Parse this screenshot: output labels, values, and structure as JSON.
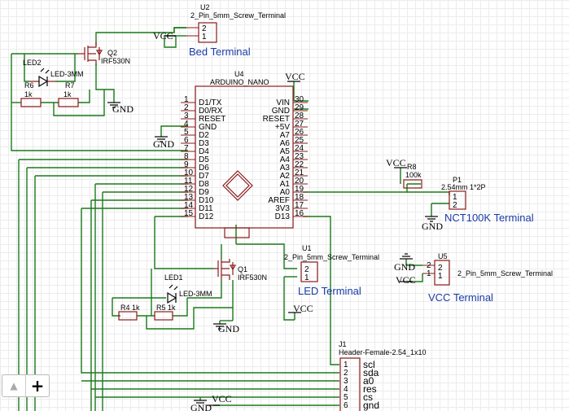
{
  "u2": {
    "ref": "U2",
    "value": "2_Pin_5mm_Screw_Terminal",
    "label": "Bed Terminal",
    "pin1": "1",
    "pin2": "2"
  },
  "q2": {
    "ref": "Q2",
    "value": "IRF530N"
  },
  "led2": {
    "ref": "LED2",
    "value": "LED-3MM"
  },
  "r6": {
    "ref": "R6",
    "value": "1k"
  },
  "r7": {
    "ref": "R7",
    "value": "1k"
  },
  "u4": {
    "ref": "U4",
    "value": "ARDUINO_NANO",
    "left_pins": [
      {
        "name": "D1/TX",
        "num": "1"
      },
      {
        "name": "D0/RX",
        "num": "2"
      },
      {
        "name": "RESET",
        "num": "3"
      },
      {
        "name": "GND",
        "num": "4"
      },
      {
        "name": "D2",
        "num": "5"
      },
      {
        "name": "D3",
        "num": "6"
      },
      {
        "name": "D4",
        "num": "7"
      },
      {
        "name": "D5",
        "num": "8"
      },
      {
        "name": "D6",
        "num": "9"
      },
      {
        "name": "D7",
        "num": "10"
      },
      {
        "name": "D8",
        "num": "11"
      },
      {
        "name": "D9",
        "num": "12"
      },
      {
        "name": "D10",
        "num": "13"
      },
      {
        "name": "D11",
        "num": "14"
      },
      {
        "name": "D12",
        "num": "15"
      }
    ],
    "right_pins": [
      {
        "name": "VIN",
        "num": "30"
      },
      {
        "name": "GND",
        "num": "29"
      },
      {
        "name": "RESET",
        "num": "28"
      },
      {
        "name": "+5V",
        "num": "27"
      },
      {
        "name": "A7",
        "num": "26"
      },
      {
        "name": "A6",
        "num": "25"
      },
      {
        "name": "A5",
        "num": "24"
      },
      {
        "name": "A4",
        "num": "23"
      },
      {
        "name": "A3",
        "num": "22"
      },
      {
        "name": "A2",
        "num": "21"
      },
      {
        "name": "A1",
        "num": "20"
      },
      {
        "name": "A0",
        "num": "19"
      },
      {
        "name": "AREF",
        "num": "18"
      },
      {
        "name": "3V3",
        "num": "17"
      },
      {
        "name": "D13",
        "num": "16"
      }
    ]
  },
  "r8": {
    "ref": "R8",
    "value": "100k"
  },
  "p1": {
    "ref": "P1",
    "value": "2.54mm 1*2P",
    "label": "NCT100K Terminal",
    "pin1": "1",
    "pin2": "2"
  },
  "u1": {
    "ref": "U1",
    "value": "2_Pin_5mm_Screw_Terminal",
    "label": "LED Terminal",
    "pin1": "1",
    "pin2": "2"
  },
  "q1": {
    "ref": "Q1",
    "value": "IRF530N"
  },
  "led1": {
    "ref": "LED1",
    "value": "LED-3MM"
  },
  "r4": {
    "ref": "R4",
    "value": "1k"
  },
  "r5": {
    "ref": "R5",
    "value": "1k"
  },
  "u5": {
    "ref": "U5",
    "value": "2_Pin_5mm_Screw_Terminal",
    "label": "VCC Terminal",
    "pin1": "1",
    "pin2": "2"
  },
  "j1": {
    "ref": "J1",
    "value": "Header-Female-2.54_1x10",
    "pins": [
      {
        "num": "1",
        "name": "scl"
      },
      {
        "num": "2",
        "name": "sda"
      },
      {
        "num": "3",
        "name": "a0"
      },
      {
        "num": "4",
        "name": "res"
      },
      {
        "num": "5",
        "name": "cs"
      },
      {
        "num": "6",
        "name": "gnd"
      }
    ]
  },
  "power": {
    "vcc": "VCC",
    "gnd": "GND"
  },
  "zoom": {
    "up": "▲",
    "plus": "+"
  }
}
